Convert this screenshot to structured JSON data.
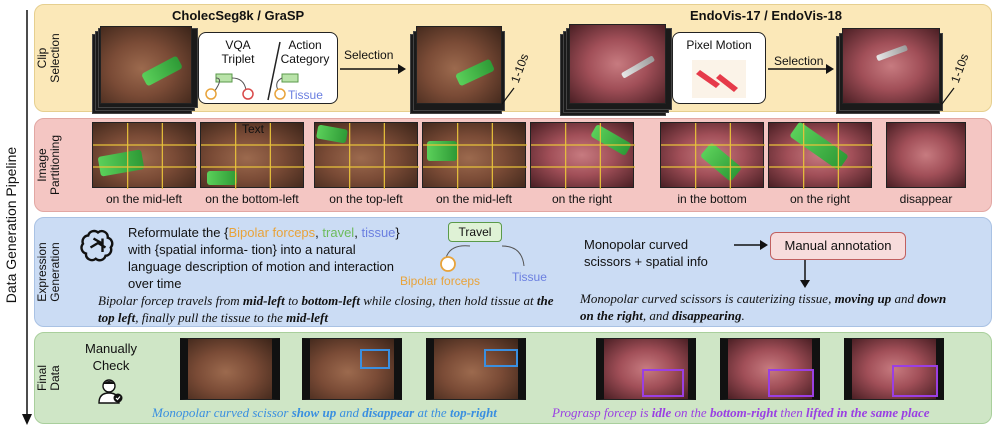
{
  "pipeline_label": "Data Generation Pipeline",
  "rows": {
    "clip_selection": "Clip Selection",
    "image_partitioning": "Image Partitioning",
    "expression_generation": "Expression Generation",
    "final_data": "Final Data"
  },
  "clip": {
    "left_title": "CholecSeg8k / GraSP",
    "right_title": "EndoVis-17 / EndoVis-18",
    "vqa_label": "VQA Triplet",
    "action_label": "Action Category",
    "tissue_label": "Tissue",
    "selection_left": "Selection",
    "selection_right": "Selection",
    "pixel_motion": "Pixel Motion",
    "duration_left": "1-10s",
    "duration_right": "1-10s"
  },
  "partition": {
    "text_overlay": "Text",
    "captions": [
      "on the mid-left",
      "on the bottom-left",
      "on the top-left",
      "on the mid-left",
      "on the right",
      "in the bottom",
      "on the right",
      "disappear"
    ]
  },
  "expression": {
    "prompt_pre": "Reformulate the {",
    "prompt_k1": "Bipolar forceps",
    "prompt_sep1": ", ",
    "prompt_k2": "travel",
    "prompt_sep2": ",",
    "prompt_k3": "tissue",
    "prompt_post": "} with {spatial informa- tion} into a natural language description of motion and interaction over time",
    "travel_label": "Travel",
    "bipolar_label": "Bipolar forceps",
    "tissue_label": "Tissue",
    "example_left": {
      "a": "Bipolar forcep travels from ",
      "b": "mid-left",
      "c": " to ",
      "d": "bottom-left",
      "e": " while closing, then hold tissue at ",
      "f": "the top left",
      "g": ", finally pull the tissue to the ",
      "h": "mid-left"
    },
    "monopolar_info": "Monopolar curved scissors + spatial info",
    "manual_annotation": "Manual annotation",
    "example_right": {
      "a": "Monopolar curved scissors is cauterizing tissue, ",
      "b": "moving up",
      "c": " and ",
      "d": "down on the right",
      "e": ", and ",
      "f": "disappearing",
      "g": "."
    }
  },
  "final": {
    "manual_check": "Manually Check",
    "left_caption": {
      "a": "Monopolar curved scissor ",
      "b": "show up",
      "c": " and ",
      "d": "disappear",
      "e": " at the ",
      "f": "top-right"
    },
    "right_caption": {
      "a": "Prograsp forcep is ",
      "b": "idle",
      "c": " on the ",
      "d": "bottom-right",
      "e": " then ",
      "f": "lifted in the same place"
    }
  },
  "colors": {
    "panel_clip": "#fbe8b8",
    "panel_partition": "#f4c6c3",
    "panel_expression": "#cbdcf4",
    "panel_final": "#cfe6c6",
    "keyword_orange": "#e8a33a",
    "keyword_green": "#6dbb5c",
    "keyword_blue": "#6b7fe0",
    "grid_yellow": "#e8c23a",
    "highlight_blue": "#3a8fe0",
    "highlight_purple": "#9a3fe3"
  }
}
